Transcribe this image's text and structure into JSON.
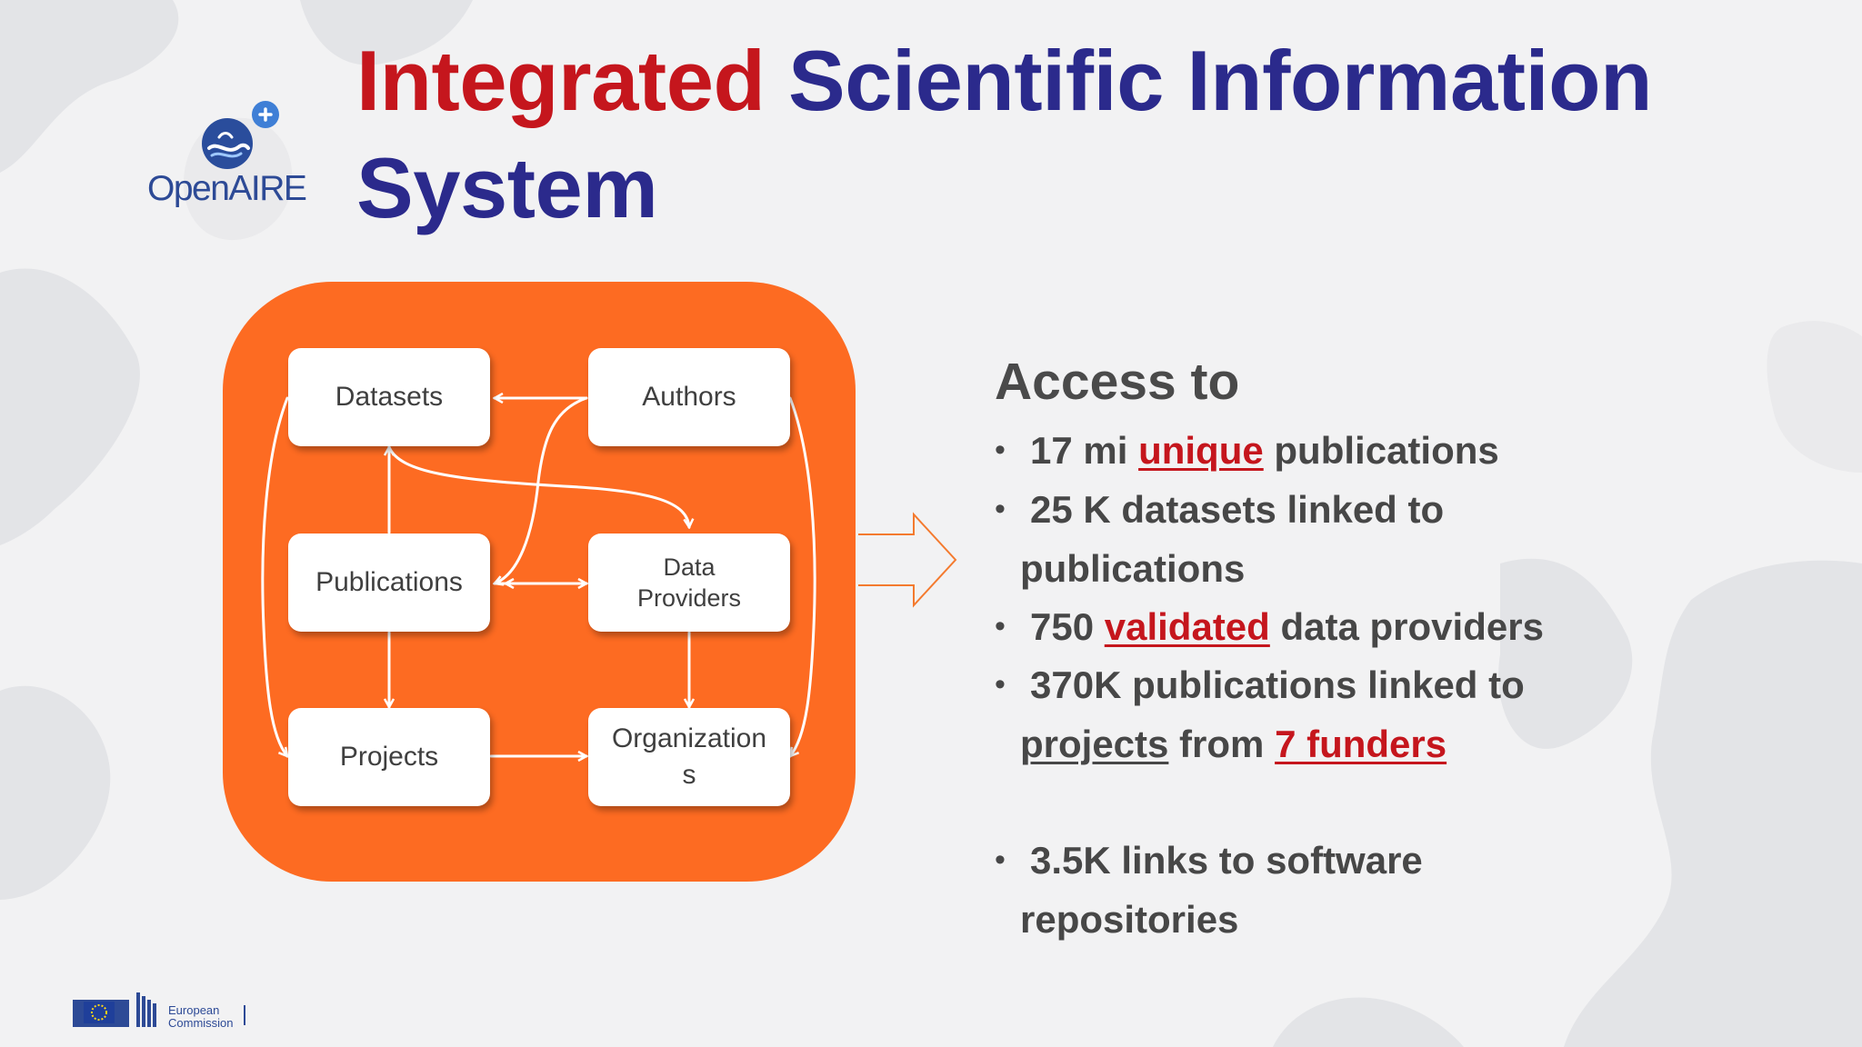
{
  "brand": {
    "name": "OpenAIRE",
    "eu_lines": [
      "European",
      "Commission"
    ]
  },
  "title": {
    "line1_red": "Integrated",
    "line1_blue": "Scientific Information",
    "line2": "System"
  },
  "diagram": {
    "nodes": {
      "datasets": "Datasets",
      "authors": "Authors",
      "publications": "Publications",
      "data_providers_l1": "Data",
      "data_providers_l2": "Providers",
      "projects": "Projects",
      "organizations_l1": "Organization",
      "organizations_l2": "s"
    }
  },
  "access": {
    "heading": "Access to",
    "bullets": [
      {
        "t1": "17 mi ",
        "hl": "unique",
        "t2": " publications"
      },
      {
        "l1": "25 K datasets linked to",
        "l2": "publications"
      },
      {
        "t1": "750 ",
        "hl": "validated",
        "t2": " data providers"
      },
      {
        "l1": "370K publications linked to",
        "l2_ul": "projects",
        "l2_mid": " from ",
        "l2_hl": "7 funders"
      },
      {
        "l1": "3.5K links to software",
        "l2": "repositories"
      }
    ]
  },
  "colors": {
    "title_red": "#c5161d",
    "title_blue": "#2b2a8c",
    "panel_orange": "#fd6b22",
    "text_gray": "#474747",
    "openaire_blue": "#2d4a96"
  }
}
